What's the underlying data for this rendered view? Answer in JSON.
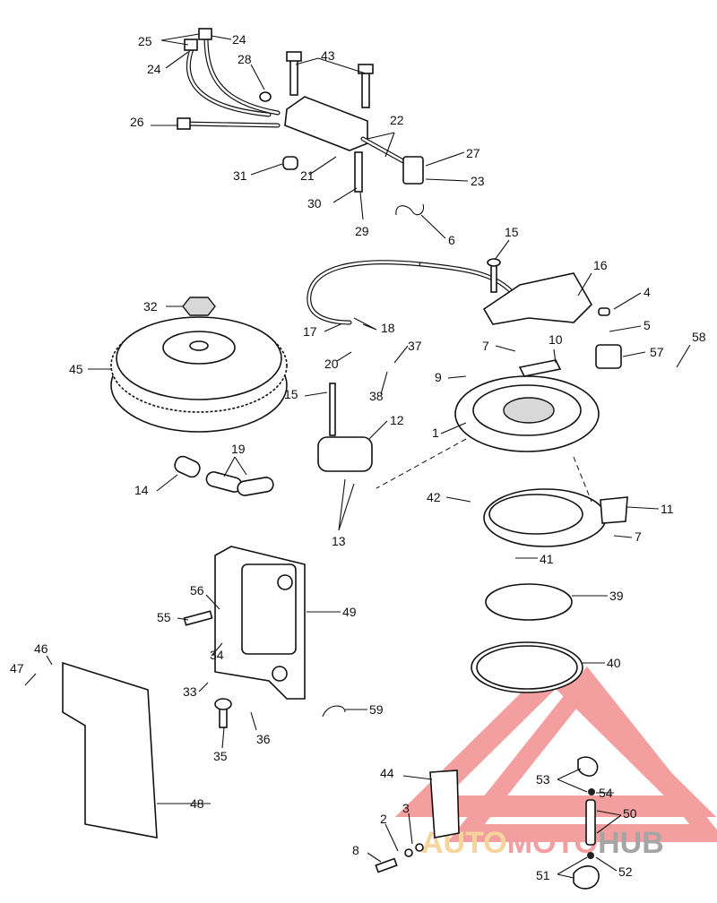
{
  "diagram": {
    "title": "Ignition / flywheel exploded parts diagram",
    "labels": [
      "25",
      "24",
      "24",
      "28",
      "43",
      "26",
      "22",
      "27",
      "31",
      "21",
      "23",
      "30",
      "29",
      "6",
      "15",
      "16",
      "4",
      "32",
      "18",
      "17",
      "5",
      "58",
      "37",
      "57",
      "7",
      "10",
      "20",
      "45",
      "9",
      "38",
      "15",
      "12",
      "1",
      "19",
      "14",
      "42",
      "11",
      "13",
      "7",
      "41",
      "49",
      "39",
      "56",
      "55",
      "46",
      "34",
      "47",
      "33",
      "40",
      "59",
      "36",
      "35",
      "44",
      "53",
      "54",
      "48",
      "50",
      "2",
      "3",
      "8",
      "52",
      "51"
    ]
  },
  "watermark": {
    "text_part1": "AUTO",
    "text_part2": "MOTO",
    "text_part3": "HUB",
    "colors": {
      "red": "#f08080",
      "orange": "#f5c67a",
      "gray": "#888888"
    }
  }
}
